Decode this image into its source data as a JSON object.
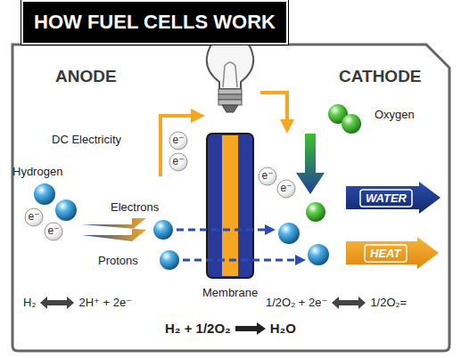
{
  "diagram": {
    "title": "HOW FUEL CELLS WORK",
    "nodes": [
      {
        "text": [
          "WATER"
        ]
      },
      {
        "text": [
          "HEAT"
        ]
      }
    ],
    "labels": [
      "ANODE",
      "CATHODE",
      "Oxygen",
      "DC Electricity",
      "e⁻",
      "e⁻",
      "e⁻",
      "e⁻",
      "Hydrogen",
      "e⁻",
      "e⁻",
      "Electrons",
      "Protons",
      "H₂",
      "2H⁺ + 2e⁻",
      "Membrane",
      "1/2O₂ + 2e⁻",
      "1/2O₂=",
      "H₂ + 1/2O₂",
      "H₂O"
    ]
  }
}
